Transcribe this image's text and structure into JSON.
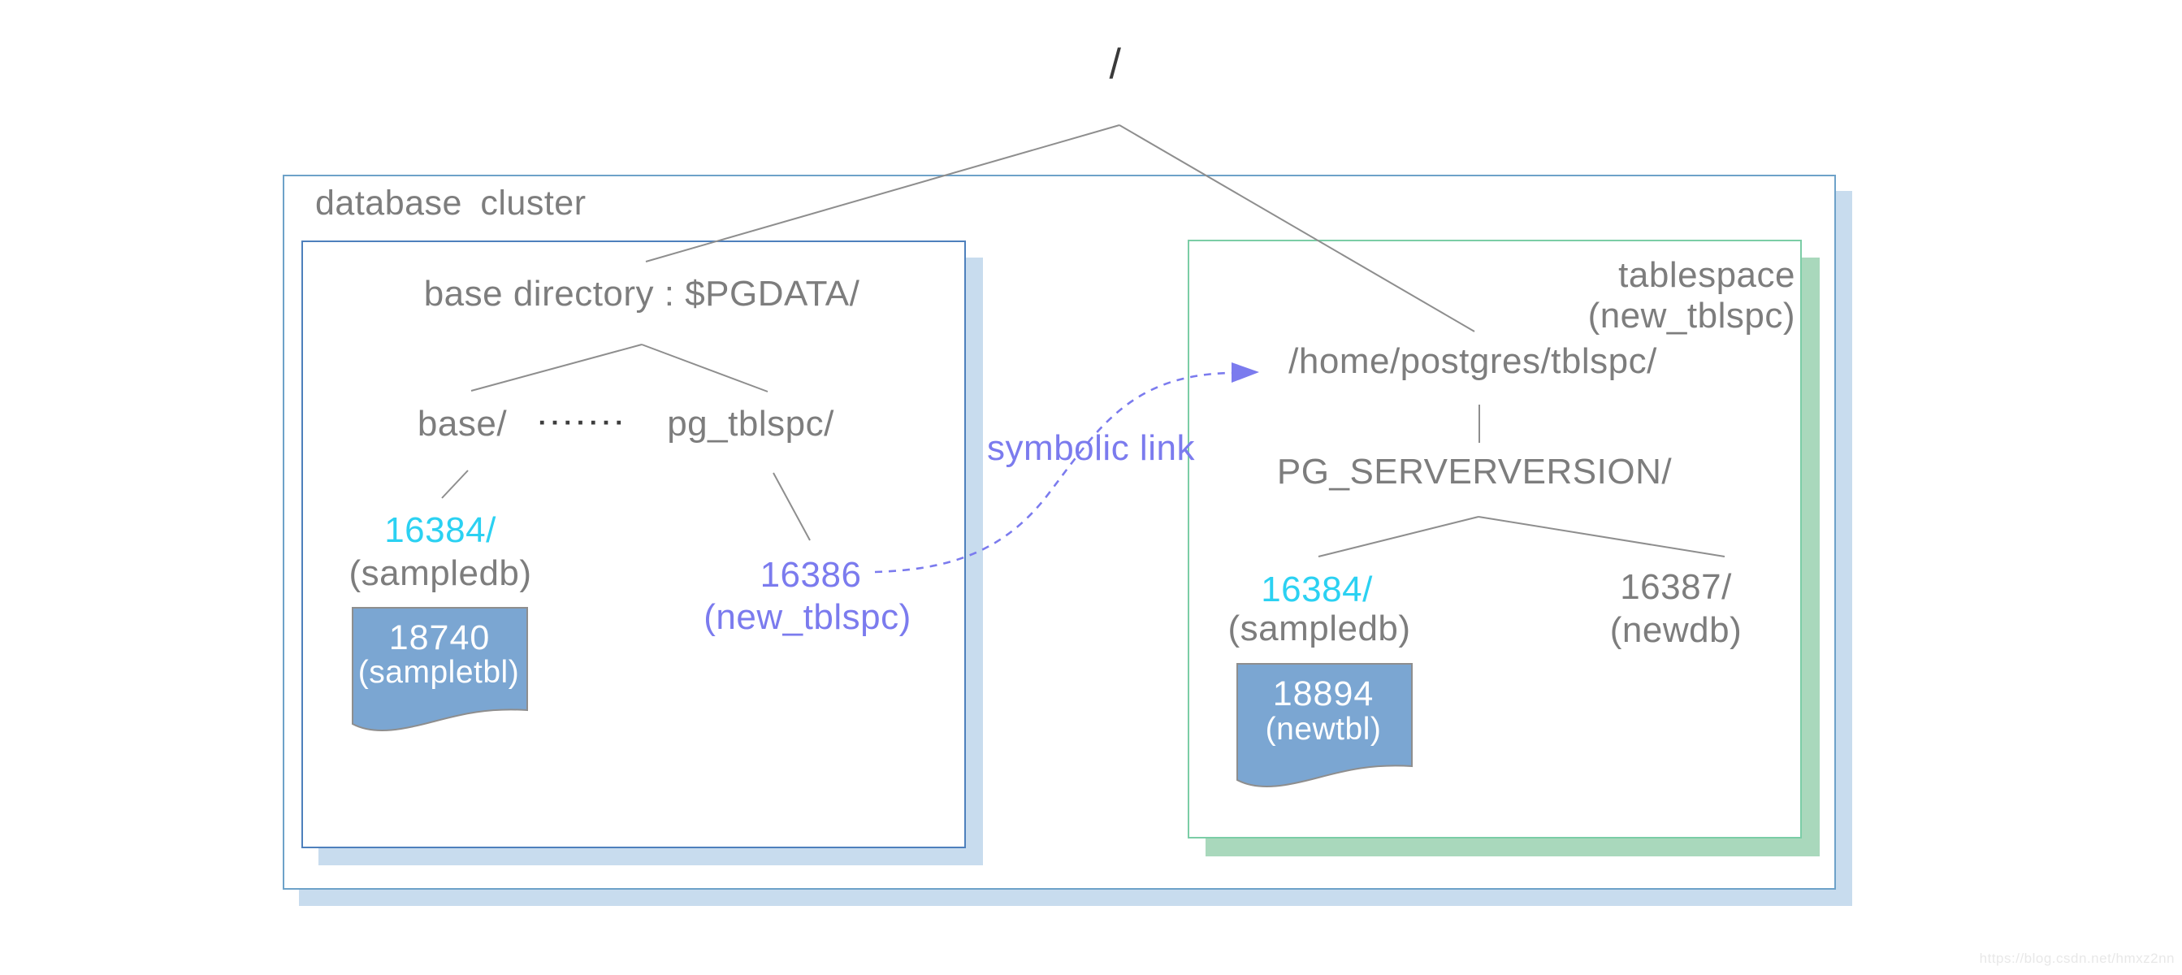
{
  "root": {
    "label": "/"
  },
  "cluster": {
    "title": "database cluster",
    "base_directory_label": "base directory : $PGDATA/",
    "base_label": "base/",
    "dots_label": "▪▪▪▪▪▪▪",
    "pg_tblspc_label": "pg_tblspc/",
    "sampledb_oid": "16384/",
    "sampledb_name": "(sampledb)",
    "sample_file_oid": "18740",
    "sample_file_name": "(sampletbl)",
    "tblspc_oid": "16386",
    "tblspc_name": "(new_tblspc)"
  },
  "symlink": {
    "label": "symbolic link"
  },
  "tablespace": {
    "title": "tablespace",
    "subtitle": "(new_tblspc)",
    "path_label": "/home/postgres/tblspc/",
    "version_dir_label": "PG_SERVERVERSION/",
    "sampledb_oid": "16384/",
    "sampledb_name": "(sampledb)",
    "newdb_oid": "16387/",
    "newdb_name": "(newdb)",
    "new_file_oid": "18894",
    "new_file_name": "(newtbl)"
  },
  "watermark": "https://blog.csdn.net/hmxz2nn",
  "colors": {
    "cyan_oid": "#2bd1f2",
    "purple_link": "#7b7bee",
    "file_fill": "#7ba6d2",
    "outer_border": "#6ea2c9",
    "inner_border": "#4e80bc",
    "blue_shadow": "#c8dcee",
    "green_border": "#7bcda6",
    "green_shadow": "#a9d8bc",
    "text_gray": "#7d7d7d"
  }
}
